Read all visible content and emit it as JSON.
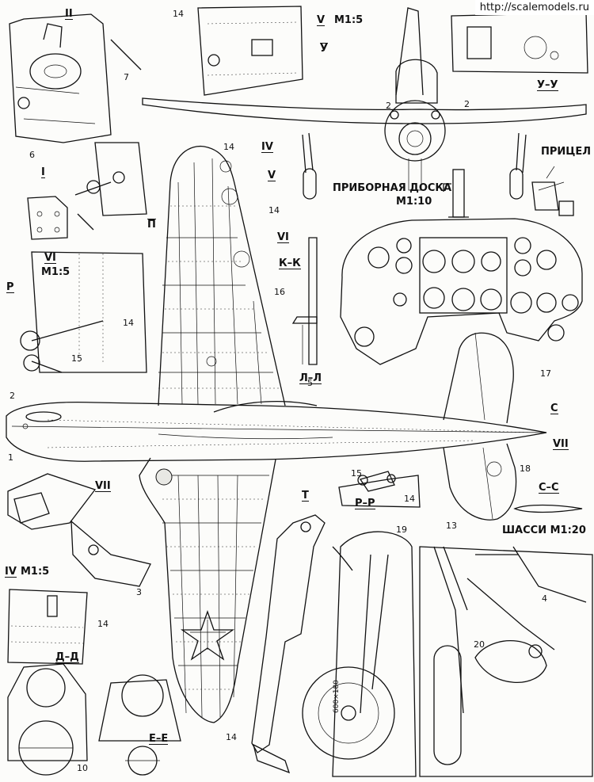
{
  "watermark": "http://scalemodels.ru",
  "titles": {
    "instrument_panel": "ПРИБОРНАЯ ДОСКА",
    "instrument_panel_scale": "М1:10",
    "gunsight": "ПРИЦЕЛ",
    "landing_gear": "ШАССИ М1:20",
    "tyre_size": "600×180"
  },
  "section_labels": {
    "II": "II",
    "I": "I",
    "P_cap": "П",
    "R": "Р",
    "VI": "VI",
    "VI_scale": "М1:5",
    "VII": "VII",
    "IV": "IV",
    "IV_scale": "М1:5",
    "V": "V",
    "V_scale": "М1:5",
    "U": "У",
    "U_U": "У–У",
    "K_K": "К–К",
    "L_L": "Л–Л",
    "T": "Т",
    "R_R": "Р–Р",
    "C": "С",
    "C_C": "С–С",
    "D_D": "Д–Д",
    "E_E": "Е–Е",
    "plan_IV": "IV",
    "plan_V": "V",
    "plan_VI": "VI",
    "tail_VII": "VII"
  },
  "callouts": [
    "1",
    "2",
    "2",
    "2",
    "3",
    "4",
    "5",
    "6",
    "7",
    "10",
    "13",
    "14",
    "14",
    "14",
    "14",
    "14",
    "14",
    "14",
    "15",
    "15",
    "16",
    "17",
    "18",
    "19",
    "20"
  ]
}
